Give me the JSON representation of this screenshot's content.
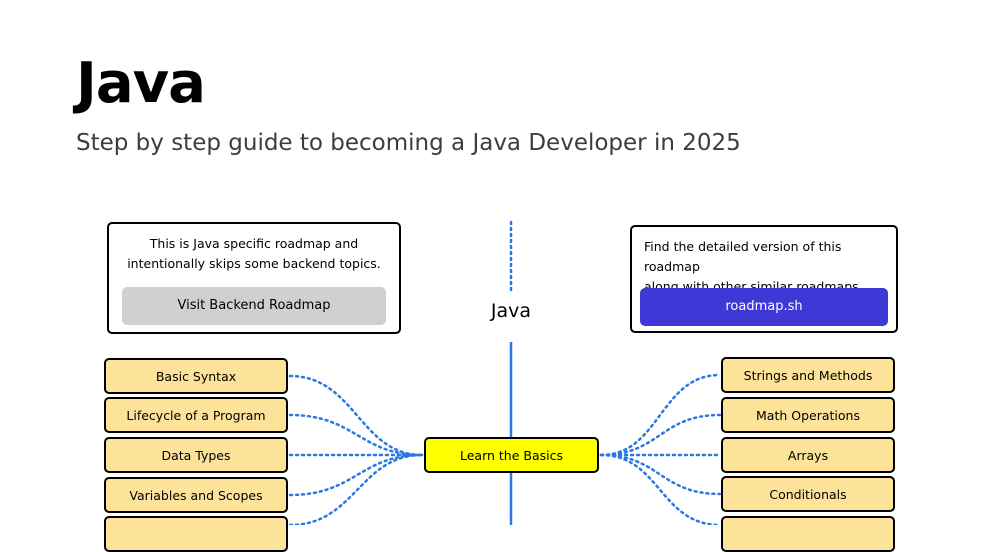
{
  "header": {
    "title": "Java",
    "subtitle": "Step by step guide to becoming a Java Developer in 2025"
  },
  "roadmap": {
    "root_label": "Java",
    "main_topic": "Learn the Basics",
    "left_topics": [
      "Basic Syntax",
      "Lifecycle of a Program",
      "Data Types",
      "Variables and Scopes"
    ],
    "right_topics": [
      "Strings and Methods",
      "Math Operations",
      "Arrays",
      "Conditionals"
    ],
    "backend_card": {
      "line1": "This is Java specific roadmap and",
      "line2": "intentionally skips some backend topics.",
      "button_label": "Visit Backend Roadmap"
    },
    "roadmap_card": {
      "line1": "Find the detailed version of this roadmap",
      "line2": "along with other similar roadmaps",
      "button_label": "roadmap.sh"
    }
  },
  "colors": {
    "topic_fill": "#fde29a",
    "main_topic_fill": "#ffff00",
    "link_blue": "#2b78e4",
    "button_blue": "#3d38d6",
    "button_gray": "#d0d0d0"
  }
}
